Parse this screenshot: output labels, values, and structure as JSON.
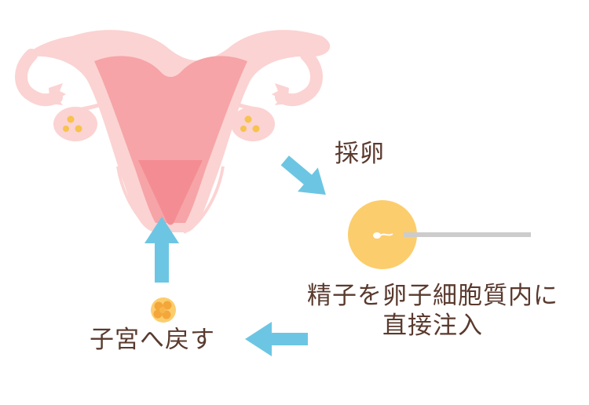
{
  "labels": {
    "egg_retrieval": "採卵",
    "injection_line1": "精子を卵子細胞質内に",
    "injection_line2": "直接注入",
    "return_to_uterus": "子宮へ戻す"
  },
  "colors": {
    "uterus_outer": "#fbd3d2",
    "uterus_body": "#f6a4a7",
    "uterus_inner": "#f48d93",
    "ovary_dot": "#f7c24e",
    "egg": "#fccd6d",
    "arrow": "#6cc6e3",
    "pipette": "#cccccc",
    "text": "#5a3a2e"
  }
}
